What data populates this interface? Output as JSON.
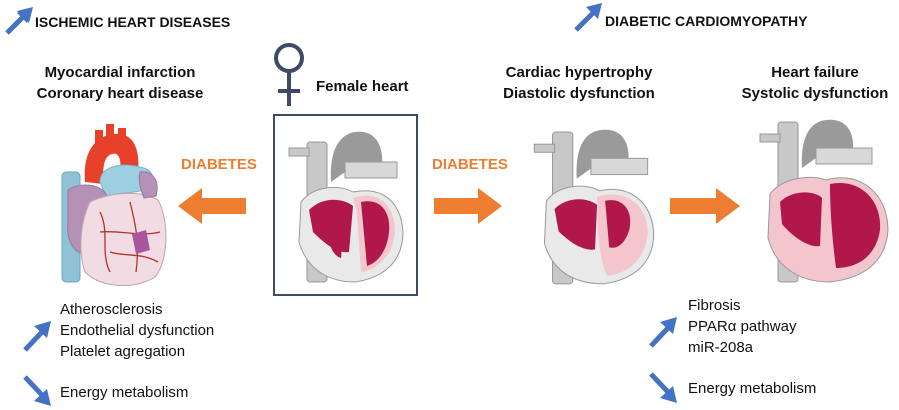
{
  "headers": {
    "left": {
      "arrow": "up",
      "label": "ISCHEMIC HEART DISEASES"
    },
    "right": {
      "arrow": "up",
      "label": "DIABETIC CARDIOMYOPATHY"
    }
  },
  "center": {
    "symbol": "female-symbol",
    "label": "Female heart"
  },
  "stages": {
    "ischemic": {
      "line1": "Myocardial infarction",
      "line2": "Coronary heart disease"
    },
    "hypertrophy": {
      "line1": "Cardiac hypertrophy",
      "line2": "Diastolic dysfunction"
    },
    "failure": {
      "line1": "Heart failure",
      "line2": "Systolic dysfunction"
    }
  },
  "transitions": {
    "left": {
      "label": "DIABETES",
      "direction": "left"
    },
    "middle": {
      "label": "DIABETES",
      "direction": "right"
    },
    "right": {
      "label": "",
      "direction": "right"
    }
  },
  "left_effects": {
    "increased": [
      "Atherosclerosis",
      "Endothelial dysfunction",
      "Platelet agregation"
    ],
    "decreased": [
      "Energy metabolism"
    ]
  },
  "right_effects": {
    "increased": [
      "Fibrosis",
      "PPARα pathway",
      "miR-208a"
    ],
    "decreased": [
      "Energy metabolism"
    ]
  },
  "colors": {
    "blue_arrow": "#4472C4",
    "orange": "#ED7D31",
    "frame": "#3D4B66",
    "muscle": "#B0174A",
    "muscle_light": "#F3C6CE",
    "gray": "#A9A9A9"
  }
}
